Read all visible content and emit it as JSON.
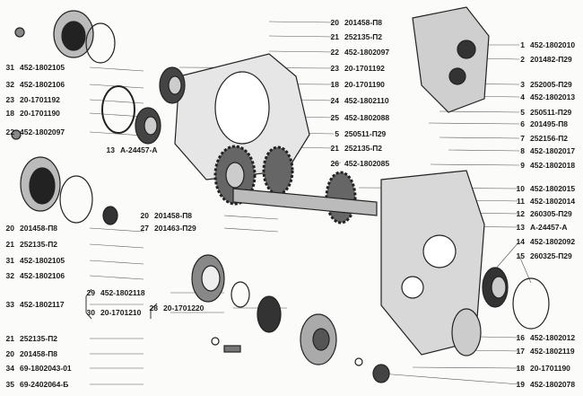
{
  "diagram": {
    "type": "exploded-parts-diagram",
    "callouts_right": [
      {
        "num": "1",
        "code": "452-1802010"
      },
      {
        "num": "2",
        "code": "201482-П29"
      },
      {
        "num": "3",
        "code": "252005-П29"
      },
      {
        "num": "4",
        "code": "452-1802013"
      },
      {
        "num": "5",
        "code": "250511-П29"
      },
      {
        "num": "6",
        "code": "201495-П8"
      },
      {
        "num": "7",
        "code": "252156-П2"
      },
      {
        "num": "8",
        "code": "452-1802017"
      },
      {
        "num": "9",
        "code": "452-1802018"
      },
      {
        "num": "10",
        "code": "452-1802015"
      },
      {
        "num": "11",
        "code": "452-1802014"
      },
      {
        "num": "12",
        "code": "260305-П29"
      },
      {
        "num": "13",
        "code": "А-24457-А"
      },
      {
        "num": "14",
        "code": "452-1802092"
      },
      {
        "num": "15",
        "code": "260325-П29"
      },
      {
        "num": "16",
        "code": "452-1802012"
      },
      {
        "num": "17",
        "code": "452-1802119"
      },
      {
        "num": "18",
        "code": "20-1701190"
      },
      {
        "num": "19",
        "code": "452-1802078"
      }
    ],
    "callouts_middle": [
      {
        "num": "20",
        "code": "201458-П8"
      },
      {
        "num": "21",
        "code": "252135-П2"
      },
      {
        "num": "22",
        "code": "452-1802097"
      },
      {
        "num": "23",
        "code": "20-1701192"
      },
      {
        "num": "18",
        "code": "20-1701190"
      },
      {
        "num": "24",
        "code": "452-1802110"
      },
      {
        "num": "25",
        "code": "452-1802088"
      },
      {
        "num": "5",
        "code": "250511-П29"
      },
      {
        "num": "21",
        "code": "252135-П2"
      },
      {
        "num": "26",
        "code": "452-1802085"
      }
    ],
    "callouts_left": [
      {
        "num": "31",
        "code": "452-1802105"
      },
      {
        "num": "32",
        "code": "452-1802106"
      },
      {
        "num": "23",
        "code": "20-1701192"
      },
      {
        "num": "18",
        "code": "20-1701190"
      },
      {
        "num": "22",
        "code": "452-1802097"
      },
      {
        "num": "13",
        "code": "А-24457-А"
      },
      {
        "num": "20",
        "code": "201458-П8"
      },
      {
        "num": "21",
        "code": "252135-П2"
      },
      {
        "num": "31",
        "code": "452-1802105"
      },
      {
        "num": "32",
        "code": "452-1802106"
      }
    ],
    "callouts_center": [
      {
        "num": "20",
        "code": "201458-П8"
      },
      {
        "num": "27",
        "code": "201463-П29"
      }
    ],
    "callouts_bottom": [
      {
        "num": "33",
        "code": "452-1802117"
      },
      {
        "num": "29",
        "code": "452-1802118"
      },
      {
        "num": "30",
        "code": "20-1701210"
      },
      {
        "num": "28",
        "code": "20-1701220"
      },
      {
        "num": "21",
        "code": "252135-П2"
      },
      {
        "num": "20",
        "code": "201458-П8"
      },
      {
        "num": "34",
        "code": "69-1802043-01"
      },
      {
        "num": "35",
        "code": "69-2402064-Б"
      }
    ]
  }
}
